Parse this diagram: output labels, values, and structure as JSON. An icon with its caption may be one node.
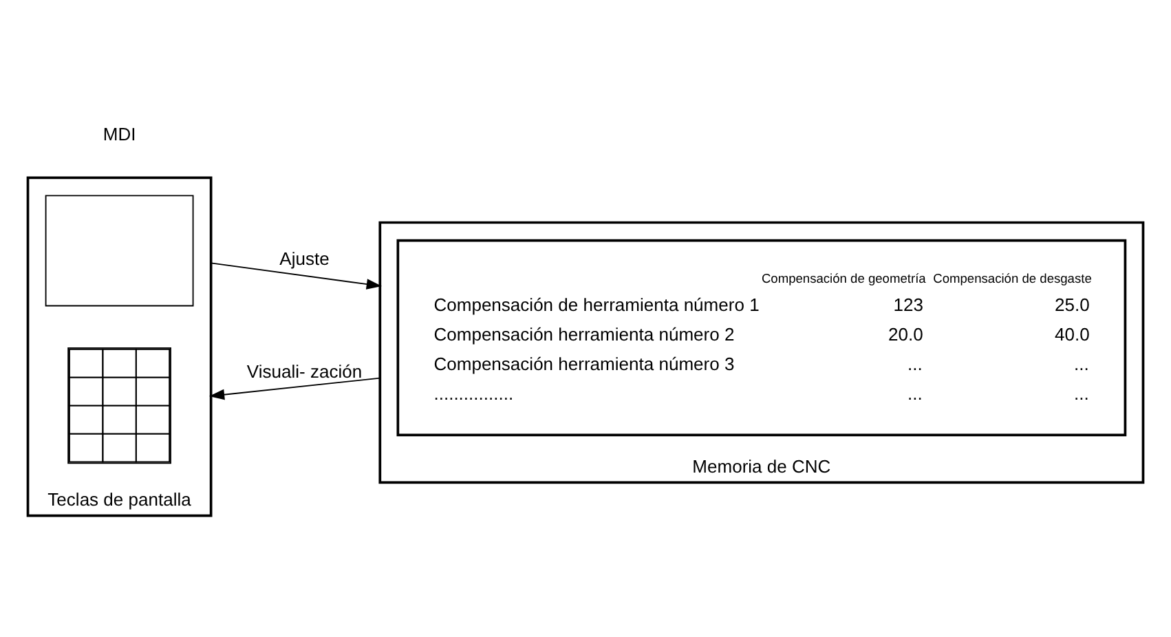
{
  "diagram": {
    "nodes": [
      {
        "text": [
          "Teclas de pantalla"
        ],
        "beside": [
          "MDI"
        ]
      },
      {
        "text": [],
        "shape": "box",
        "in": 0
      },
      {
        "text": [],
        "shape": "grid",
        "in": 0
      },
      {
        "text": [
          "Memoria de CNC"
        ]
      },
      {
        "text": [],
        "shape": "box",
        "in": 3
      }
    ],
    "edges": [
      {
        "from": 0,
        "to": 3,
        "arrow": "to",
        "label": "Ajuste"
      },
      {
        "from": 3,
        "to": 0,
        "arrow": "to",
        "label": "Visuali- zación"
      }
    ],
    "labels": [
      "Compensación de geometría",
      "Compensación de desgaste",
      "Compensación de herramienta número 1",
      "123",
      "25.0",
      "Compensación herramienta número 2",
      "20.0",
      "40.0",
      "Compensación herramienta número 3",
      "...",
      "...",
      "................",
      "...",
      "..."
    ]
  }
}
